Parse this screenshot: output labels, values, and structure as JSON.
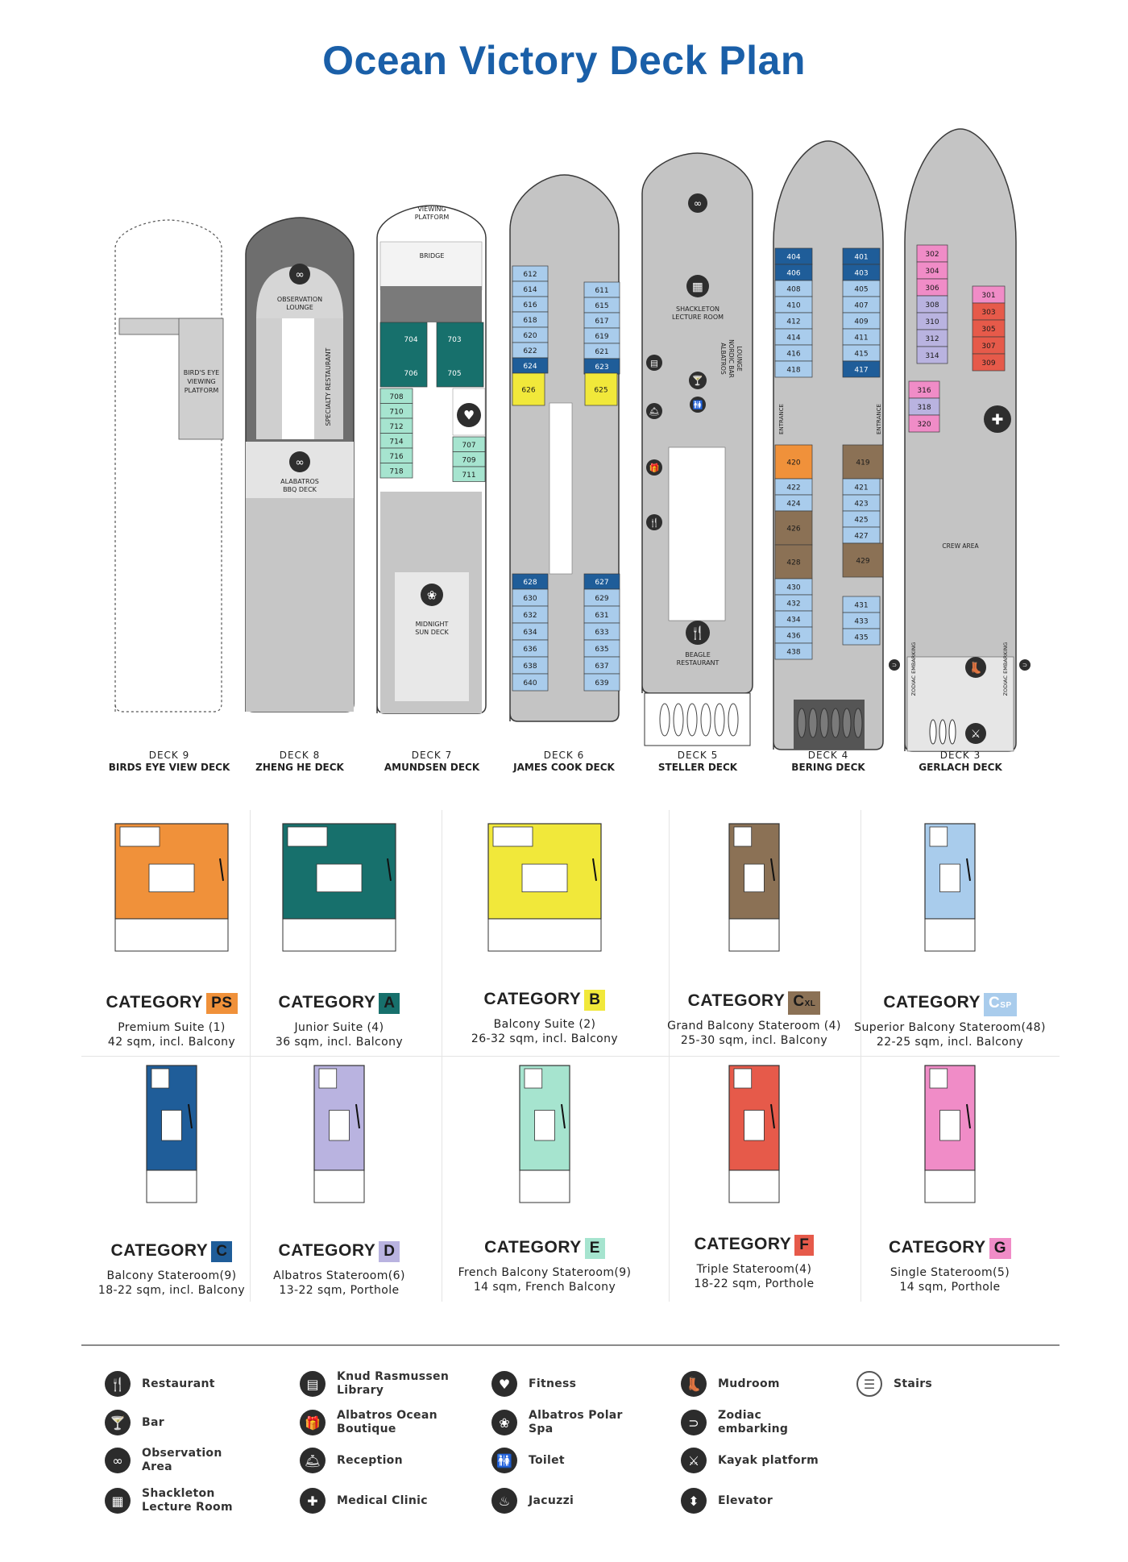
{
  "title": "Ocean Victory Deck Plan",
  "colors": {
    "title": "#1a5fa8",
    "PS": "#f0913a",
    "A": "#17706c",
    "B": "#f1e83a",
    "CXL": "#8b7155",
    "CSP": "#a9ccec",
    "C": "#1f5d99",
    "D": "#b9b3e0",
    "E": "#a6e4cf",
    "F": "#e65a4a",
    "G": "#f08cc7",
    "hull": "#c4c4c4",
    "dark": "#4a4a4a"
  },
  "decks": [
    {
      "number": "DECK  9",
      "name": "BIRDS EYE VIEW DECK",
      "labels": [
        "BIRD'S EYE",
        "VIEWING",
        "PLATFORM"
      ]
    },
    {
      "number": "DECK  8",
      "name": "ZHENG HE DECK",
      "labels": [
        "OBSERVATION",
        "LOUNGE",
        "SPECIALTY RESTAURANT",
        "ALABATROS",
        "BBQ DECK"
      ]
    },
    {
      "number": "DECK  7",
      "name": "AMUNDSEN DECK",
      "labels": [
        "VIEWING",
        "PLATFORM",
        "BRIDGE",
        "MIDNIGHT",
        "SUN DECK"
      ],
      "cabins": [
        "704",
        "703",
        "706",
        "705",
        "708",
        "710",
        "712",
        "714",
        "716",
        "718",
        "707",
        "709",
        "711"
      ]
    },
    {
      "number": "DECK  6",
      "name": "JAMES COOK DECK",
      "cabins": [
        "612",
        "614",
        "616",
        "618",
        "620",
        "622",
        "624",
        "611",
        "615",
        "617",
        "619",
        "621",
        "623",
        "626",
        "625",
        "628",
        "627",
        "630",
        "632",
        "634",
        "636",
        "638",
        "640",
        "629",
        "631",
        "633",
        "635",
        "637",
        "639"
      ]
    },
    {
      "number": "DECK  5",
      "name": "STELLER DECK",
      "labels": [
        "SHACKLETON",
        "LECTURE ROOM",
        "ALBATROS",
        "NORDIC BAR",
        "LOUNGE",
        "BEAGLE",
        "RESTAURANT"
      ]
    },
    {
      "number": "DECK  4",
      "name": "BERING DECK",
      "labels": [
        "ENTRANCE",
        "ENTRANCE"
      ],
      "cabins": [
        "404",
        "406",
        "408",
        "410",
        "412",
        "414",
        "416",
        "418",
        "401",
        "403",
        "405",
        "407",
        "409",
        "411",
        "415",
        "417",
        "420",
        "422",
        "424",
        "426",
        "428",
        "430",
        "432",
        "434",
        "436",
        "438",
        "419",
        "421",
        "423",
        "425",
        "427",
        "429",
        "431",
        "433",
        "435"
      ]
    },
    {
      "number": "DECK  3",
      "name": "GERLACH DECK",
      "labels": [
        "CREW AREA",
        "ZODIAC EMBARKING",
        "ZODIAC EMBARKING"
      ],
      "cabins": [
        "302",
        "304",
        "306",
        "308",
        "310",
        "312",
        "314",
        "316",
        "318",
        "320",
        "301",
        "303",
        "305",
        "307",
        "309"
      ]
    }
  ],
  "categories": [
    {
      "word": "CATEGORY",
      "code": "PS",
      "sub": "",
      "line1": "Premium Suite (1)",
      "line2": "42 sqm, incl. Balcony",
      "color": "#f0913a",
      "tcolor": "#1a1a1a"
    },
    {
      "word": "CATEGORY",
      "code": "A",
      "sub": "",
      "line1": "Junior Suite (4)",
      "line2": "36 sqm, incl. Balcony",
      "color": "#17706c",
      "tcolor": "#1a1a1a"
    },
    {
      "word": "CATEGORY",
      "code": "B",
      "sub": "",
      "line1": "Balcony Suite (2)",
      "line2": "26-32 sqm, incl. Balcony",
      "color": "#f1e83a",
      "tcolor": "#1a1a1a"
    },
    {
      "word": "CATEGORY",
      "code": "C",
      "sub": "XL",
      "line1": "Grand Balcony Stateroom (4)",
      "line2": "25-30 sqm, incl. Balcony",
      "color": "#8b7155",
      "tcolor": "#1a1a1a"
    },
    {
      "word": "CATEGORY",
      "code": "C",
      "sub": "SP",
      "line1": "Superior Balcony Stateroom(48)",
      "line2": "22-25 sqm, incl. Balcony",
      "color": "#a9ccec",
      "tcolor": "#ffffff"
    },
    {
      "word": "CATEGORY",
      "code": "C",
      "sub": "",
      "line1": "Balcony Stateroom(9)",
      "line2": "18-22 sqm, incl. Balcony",
      "color": "#1f5d99",
      "tcolor": "#1a1a1a"
    },
    {
      "word": "CATEGORY",
      "code": "D",
      "sub": "",
      "line1": "Albatros Stateroom(6)",
      "line2": "13-22 sqm, Porthole",
      "color": "#b9b3e0",
      "tcolor": "#1a1a1a"
    },
    {
      "word": "CATEGORY",
      "code": "E",
      "sub": "",
      "line1": "French Balcony Stateroom(9)",
      "line2": "14 sqm, French Balcony",
      "color": "#a6e4cf",
      "tcolor": "#1a1a1a"
    },
    {
      "word": "CATEGORY",
      "code": "F",
      "sub": "",
      "line1": "Triple Stateroom(4)",
      "line2": "18-22 sqm, Porthole",
      "color": "#e65a4a",
      "tcolor": "#1a1a1a"
    },
    {
      "word": "CATEGORY",
      "code": "G",
      "sub": "",
      "line1": "Single Stateroom(5)",
      "line2": "14 sqm, Porthole",
      "color": "#f08cc7",
      "tcolor": "#1a1a1a"
    }
  ],
  "legend": [
    {
      "label": "Restaurant",
      "icon": "restaurant-icon",
      "glyph": "🍴"
    },
    {
      "label": "Bar",
      "icon": "bar-icon",
      "glyph": "🍸"
    },
    {
      "label": "Observation Area",
      "icon": "binoculars-icon",
      "glyph": "∞"
    },
    {
      "label": "Shackleton Lecture Room",
      "icon": "lecture-room-icon",
      "glyph": "▦"
    },
    {
      "label": "Knud Rasmussen Library",
      "icon": "library-icon",
      "glyph": "▤"
    },
    {
      "label": "Albatros Ocean Boutique",
      "icon": "boutique-icon",
      "glyph": "🎁"
    },
    {
      "label": "Reception",
      "icon": "reception-bell-icon",
      "glyph": "🛎"
    },
    {
      "label": "Medical Clinic",
      "icon": "medical-cross-icon",
      "glyph": "✚"
    },
    {
      "label": "Fitness",
      "icon": "heart-icon",
      "glyph": "♥"
    },
    {
      "label": "Albatros Polar Spa",
      "icon": "spa-icon",
      "glyph": "❀"
    },
    {
      "label": "Toilet",
      "icon": "toilet-icon",
      "glyph": "🚻"
    },
    {
      "label": "Jacuzzi",
      "icon": "jacuzzi-icon",
      "glyph": "♨"
    },
    {
      "label": "Mudroom",
      "icon": "boot-icon",
      "glyph": "👢"
    },
    {
      "label": "Zodiac embarking",
      "icon": "zodiac-icon",
      "glyph": "⊃"
    },
    {
      "label": "Kayak platform",
      "icon": "kayak-icon",
      "glyph": "⚔"
    },
    {
      "label": "Elevator",
      "icon": "elevator-icon",
      "glyph": "⬍"
    },
    {
      "label": "Stairs",
      "icon": "stairs-icon",
      "glyph": "☰"
    }
  ]
}
